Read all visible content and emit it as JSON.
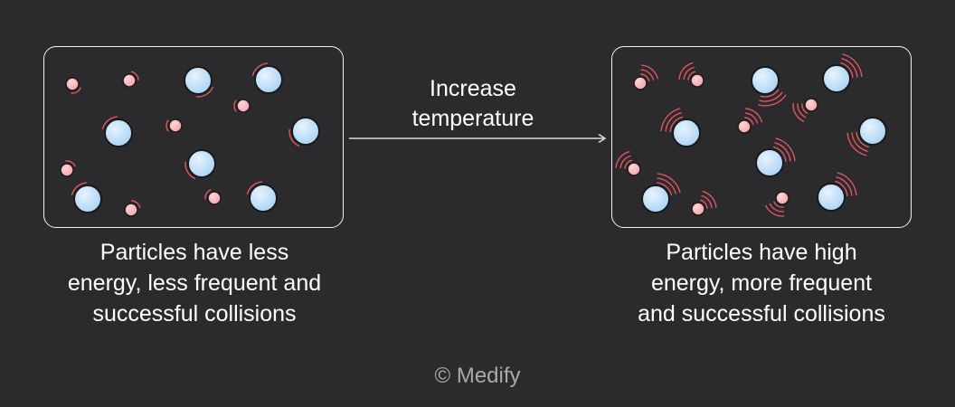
{
  "arrow": {
    "label_lines": [
      "Increase",
      "temperature"
    ]
  },
  "left_panel": {
    "caption_lines": [
      "Particles have less",
      "energy, less frequent and",
      "successful collisions"
    ]
  },
  "right_panel": {
    "caption_lines": [
      "Particles have high",
      "energy, more frequent",
      "and successful collisions"
    ]
  },
  "footer": {
    "copyright": "© Medify"
  },
  "colors": {
    "background": "#2b2b2d",
    "large_particle": "#a9d3f5",
    "small_particle": "#f5a3a8",
    "motion_lines": "#e0555f",
    "outline": "#1a1a1a",
    "panel_border": "#f2f2f2"
  },
  "icons": {
    "large_particle": "blue-sphere",
    "small_particle": "red-sphere",
    "motion_lines": "vibration-arcs"
  }
}
